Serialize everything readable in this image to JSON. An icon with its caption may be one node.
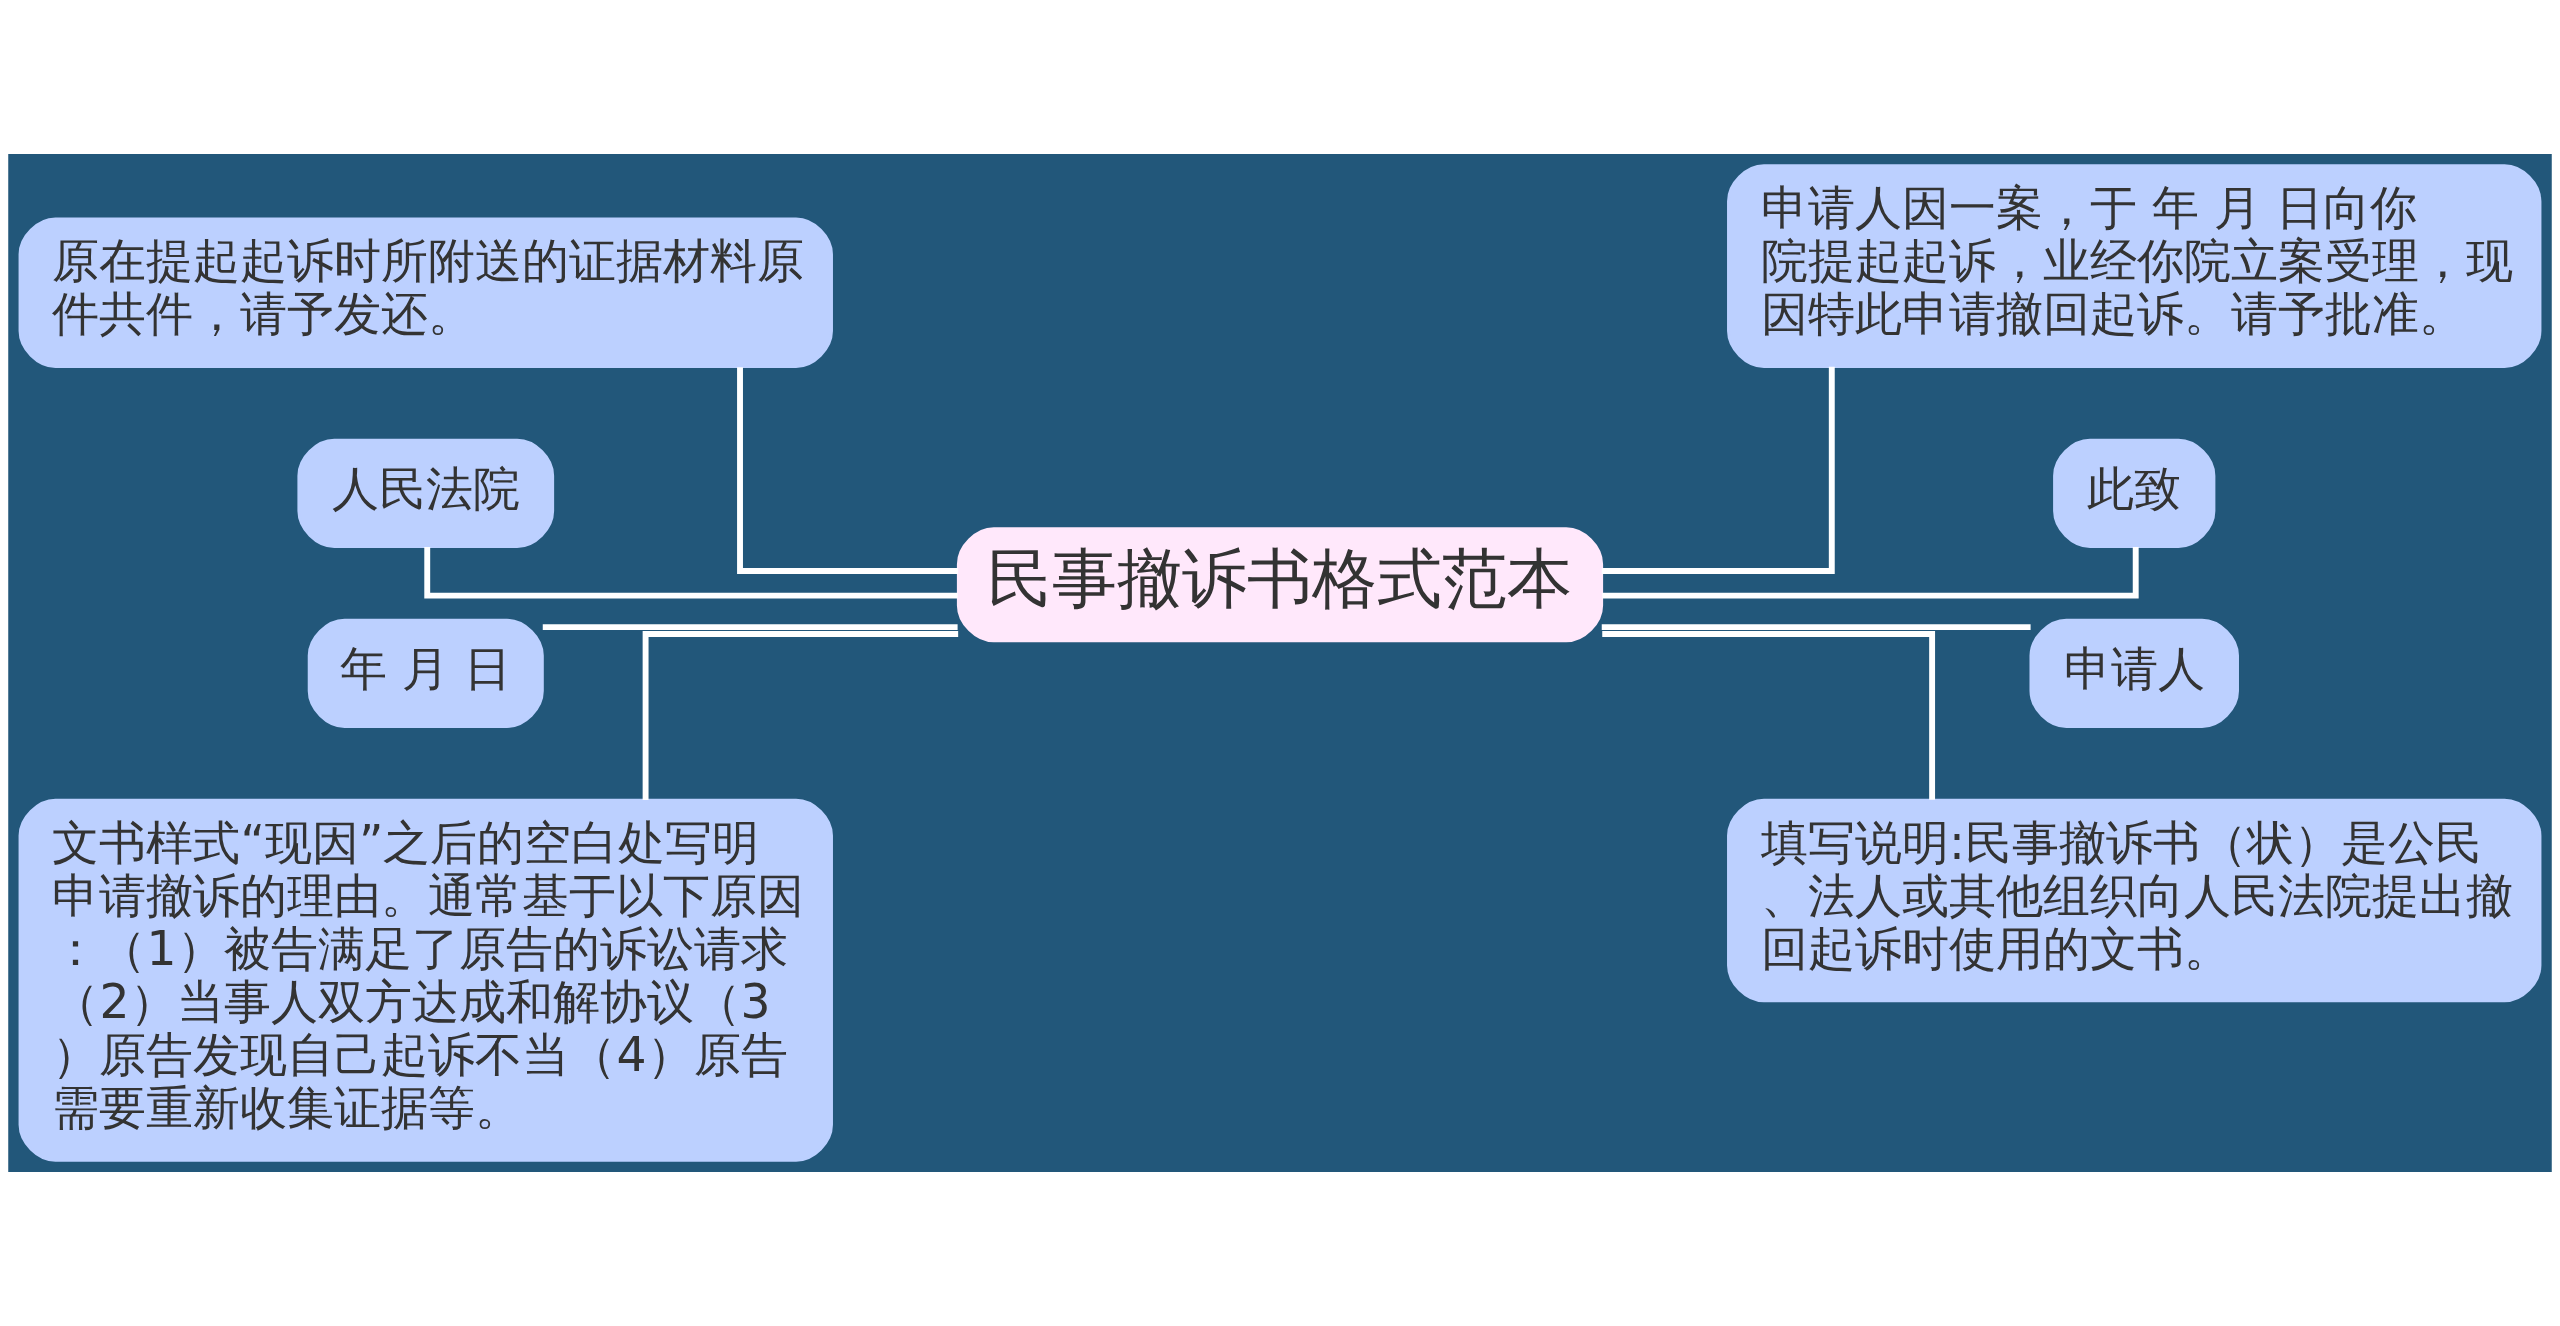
{
  "diagram": {
    "nodes": [
      {
        "text": [
          "民事撤诉书格式范本"
        ]
      },
      {
        "text": [
          "申请人因一案，于 年 月 日向你院提起起诉，业经你院立案受理，现因特此申请撤回起诉。请予批准。"
        ]
      },
      {
        "text": [
          "此致"
        ]
      },
      {
        "text": [
          "申请人"
        ]
      },
      {
        "text": [
          "填写说明:民事撤诉书（状）是公民、法人或其他组织向人民法院提出撤回起诉时使用的文书。"
        ]
      },
      {
        "text": [
          "原在提起起诉时所附送的证据材料原件共件，请予发还。"
        ]
      },
      {
        "text": [
          "人民法院"
        ]
      },
      {
        "text": [
          "年 月 日"
        ]
      },
      {
        "text": [
          "文书样式“现因”之后的空白处写明申请撤诉的理由。通常基于以下原因：（1）被告满足了原告的诉讼请求（2）当事人双方达成和解协议（3）原告发现自己起诉不当（4）原告需要重新收集证据等。"
        ]
      }
    ],
    "edges": [
      {
        "from": 0,
        "to": 1,
        "arrow": "none"
      },
      {
        "from": 0,
        "to": 2,
        "arrow": "none"
      },
      {
        "from": 0,
        "to": 3,
        "arrow": "none"
      },
      {
        "from": 0,
        "to": 4,
        "arrow": "none"
      },
      {
        "from": 0,
        "to": 5,
        "arrow": "none"
      },
      {
        "from": 0,
        "to": 6,
        "arrow": "none"
      },
      {
        "from": 0,
        "to": 7,
        "arrow": "none"
      },
      {
        "from": 0,
        "to": 8,
        "arrow": "none"
      }
    ]
  }
}
